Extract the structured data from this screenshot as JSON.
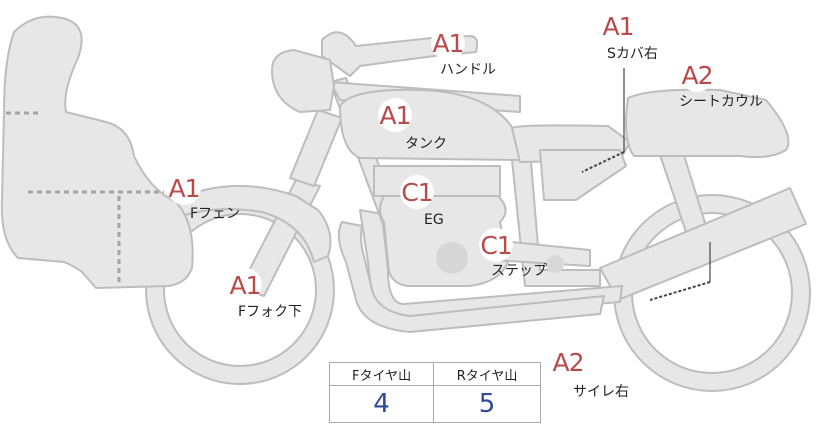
{
  "colors": {
    "body_fill": "#e7e7e7",
    "outline": "#bdbdbd",
    "wheel_fill": "#ffffff",
    "panel_dash": "#a3a3a3",
    "marker_text": "#b84a4a",
    "value_text": "#2d4a9a",
    "leader_line": "#444444"
  },
  "parts": {
    "handle": {
      "grade": "A1",
      "label": "ハンドル"
    },
    "s_cover_right": {
      "grade": "A1",
      "label": "Sカバ右"
    },
    "seat_cowl": {
      "grade": "A2",
      "label": "シートカウル"
    },
    "tank": {
      "grade": "A1",
      "label": "タンク"
    },
    "front_fender": {
      "grade": "A1",
      "label": "Fフェン"
    },
    "engine": {
      "grade": "C1",
      "label": "EG"
    },
    "step": {
      "grade": "C1",
      "label": "ステップ"
    },
    "front_fork_lower": {
      "grade": "A1",
      "label": "Fフォク下"
    },
    "silencer_right": {
      "grade": "A2",
      "label": "サイレ右"
    }
  },
  "tire_table": {
    "headers": [
      "Fタイヤ山",
      "Rタイヤ山"
    ],
    "values": [
      "4",
      "5"
    ]
  }
}
